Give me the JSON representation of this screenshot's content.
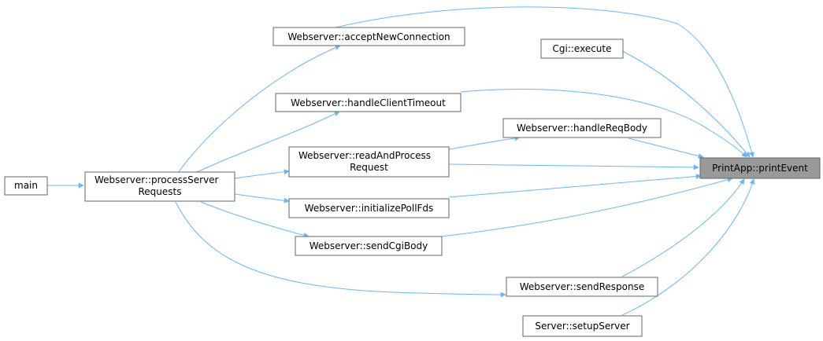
{
  "diagram": {
    "root": "printEvent",
    "nodes": [
      {
        "id": "main",
        "lines": [
          "main"
        ]
      },
      {
        "id": "processServerRequests",
        "lines": [
          "Webserver::processServer",
          "Requests"
        ]
      },
      {
        "id": "acceptNewConnection",
        "lines": [
          "Webserver::acceptNewConnection"
        ]
      },
      {
        "id": "handleClientTimeout",
        "lines": [
          "Webserver::handleClientTimeout"
        ]
      },
      {
        "id": "readAndProcessRequest",
        "lines": [
          "Webserver::readAndProcess",
          "Request"
        ]
      },
      {
        "id": "initializePollFds",
        "lines": [
          "Webserver::initializePollFds"
        ]
      },
      {
        "id": "sendCgiBody",
        "lines": [
          "Webserver::sendCgiBody"
        ]
      },
      {
        "id": "sendResponse",
        "lines": [
          "Webserver::sendResponse"
        ]
      },
      {
        "id": "cgiExecute",
        "lines": [
          "Cgi::execute"
        ]
      },
      {
        "id": "handleReqBody",
        "lines": [
          "Webserver::handleReqBody"
        ]
      },
      {
        "id": "setupServer",
        "lines": [
          "Server::setupServer"
        ]
      },
      {
        "id": "printEvent",
        "lines": [
          "PrintApp::printEvent"
        ]
      }
    ],
    "edges": [
      {
        "from": "main",
        "to": "processServerRequests"
      },
      {
        "from": "processServerRequests",
        "to": "acceptNewConnection"
      },
      {
        "from": "processServerRequests",
        "to": "handleClientTimeout"
      },
      {
        "from": "processServerRequests",
        "to": "readAndProcessRequest"
      },
      {
        "from": "processServerRequests",
        "to": "initializePollFds"
      },
      {
        "from": "processServerRequests",
        "to": "sendCgiBody"
      },
      {
        "from": "processServerRequests",
        "to": "sendResponse"
      },
      {
        "from": "readAndProcessRequest",
        "to": "handleReqBody"
      },
      {
        "from": "acceptNewConnection",
        "to": "printEvent"
      },
      {
        "from": "cgiExecute",
        "to": "printEvent"
      },
      {
        "from": "handleClientTimeout",
        "to": "printEvent"
      },
      {
        "from": "handleReqBody",
        "to": "printEvent"
      },
      {
        "from": "readAndProcessRequest",
        "to": "printEvent"
      },
      {
        "from": "initializePollFds",
        "to": "printEvent"
      },
      {
        "from": "sendCgiBody",
        "to": "printEvent"
      },
      {
        "from": "sendResponse",
        "to": "printEvent"
      },
      {
        "from": "setupServer",
        "to": "printEvent"
      }
    ],
    "colors": {
      "edge": "#63b8ff",
      "node_border": "#666666",
      "root_fill": "#999999",
      "node_fill": "#ffffff"
    }
  }
}
